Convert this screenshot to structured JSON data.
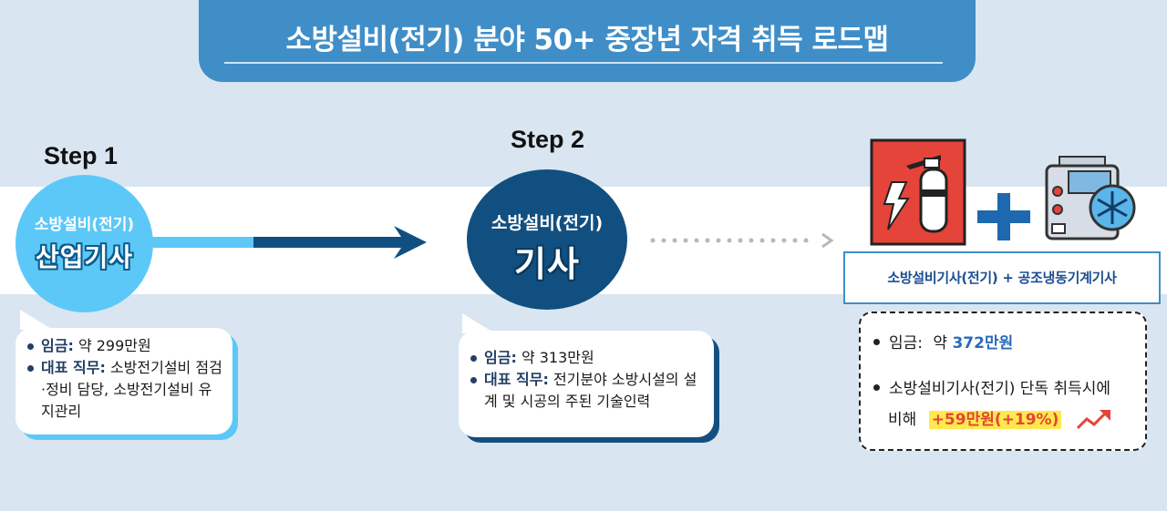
{
  "header": {
    "title": "소방설비(전기) 분야 50+ 중장년 자격 취득 로드맵"
  },
  "step1": {
    "label": "Step 1",
    "circle_sub": "소방설비(전기)",
    "circle_main": "산업기사",
    "salary_label": "임금:",
    "salary_value": "약 299만원",
    "duty_label": "대표 직무:",
    "duty_value": "소방전기설비 점검·정비 담당, 소방전기설비 유지관리"
  },
  "step2": {
    "label": "Step 2",
    "circle_sub": "소방설비(전기)",
    "circle_main": "기사",
    "salary_label": "임금:",
    "salary_value": "약 313만원",
    "duty_label": "대표 직무:",
    "duty_value": "전기분야 소방시설의 설계 및 시공의 주된 기술인력"
  },
  "combo": {
    "title": "소방설비기사(전기) + 공조냉동기계기사",
    "salary_label": "임금:",
    "salary_prefix": "약",
    "salary_value": "372만원",
    "compare_line1": "소방설비기사(전기) 단독 취득시에",
    "compare_line2": "비해",
    "increase": "+59만원(+19%)"
  },
  "icons": {
    "extinguisher": "fire-extinguisher-electric-icon",
    "plus": "plus-icon",
    "refrigeration": "refrigeration-unit-icon",
    "trend": "trend-up-icon"
  },
  "colors": {
    "title_bg": "#3f8ec8",
    "step1_circle": "#5cc8f8",
    "step2_circle": "#114f80",
    "band": "#ffffff",
    "background": "#d9e6f1",
    "highlight": "#ffe94d",
    "increase_text": "#e4443a"
  }
}
